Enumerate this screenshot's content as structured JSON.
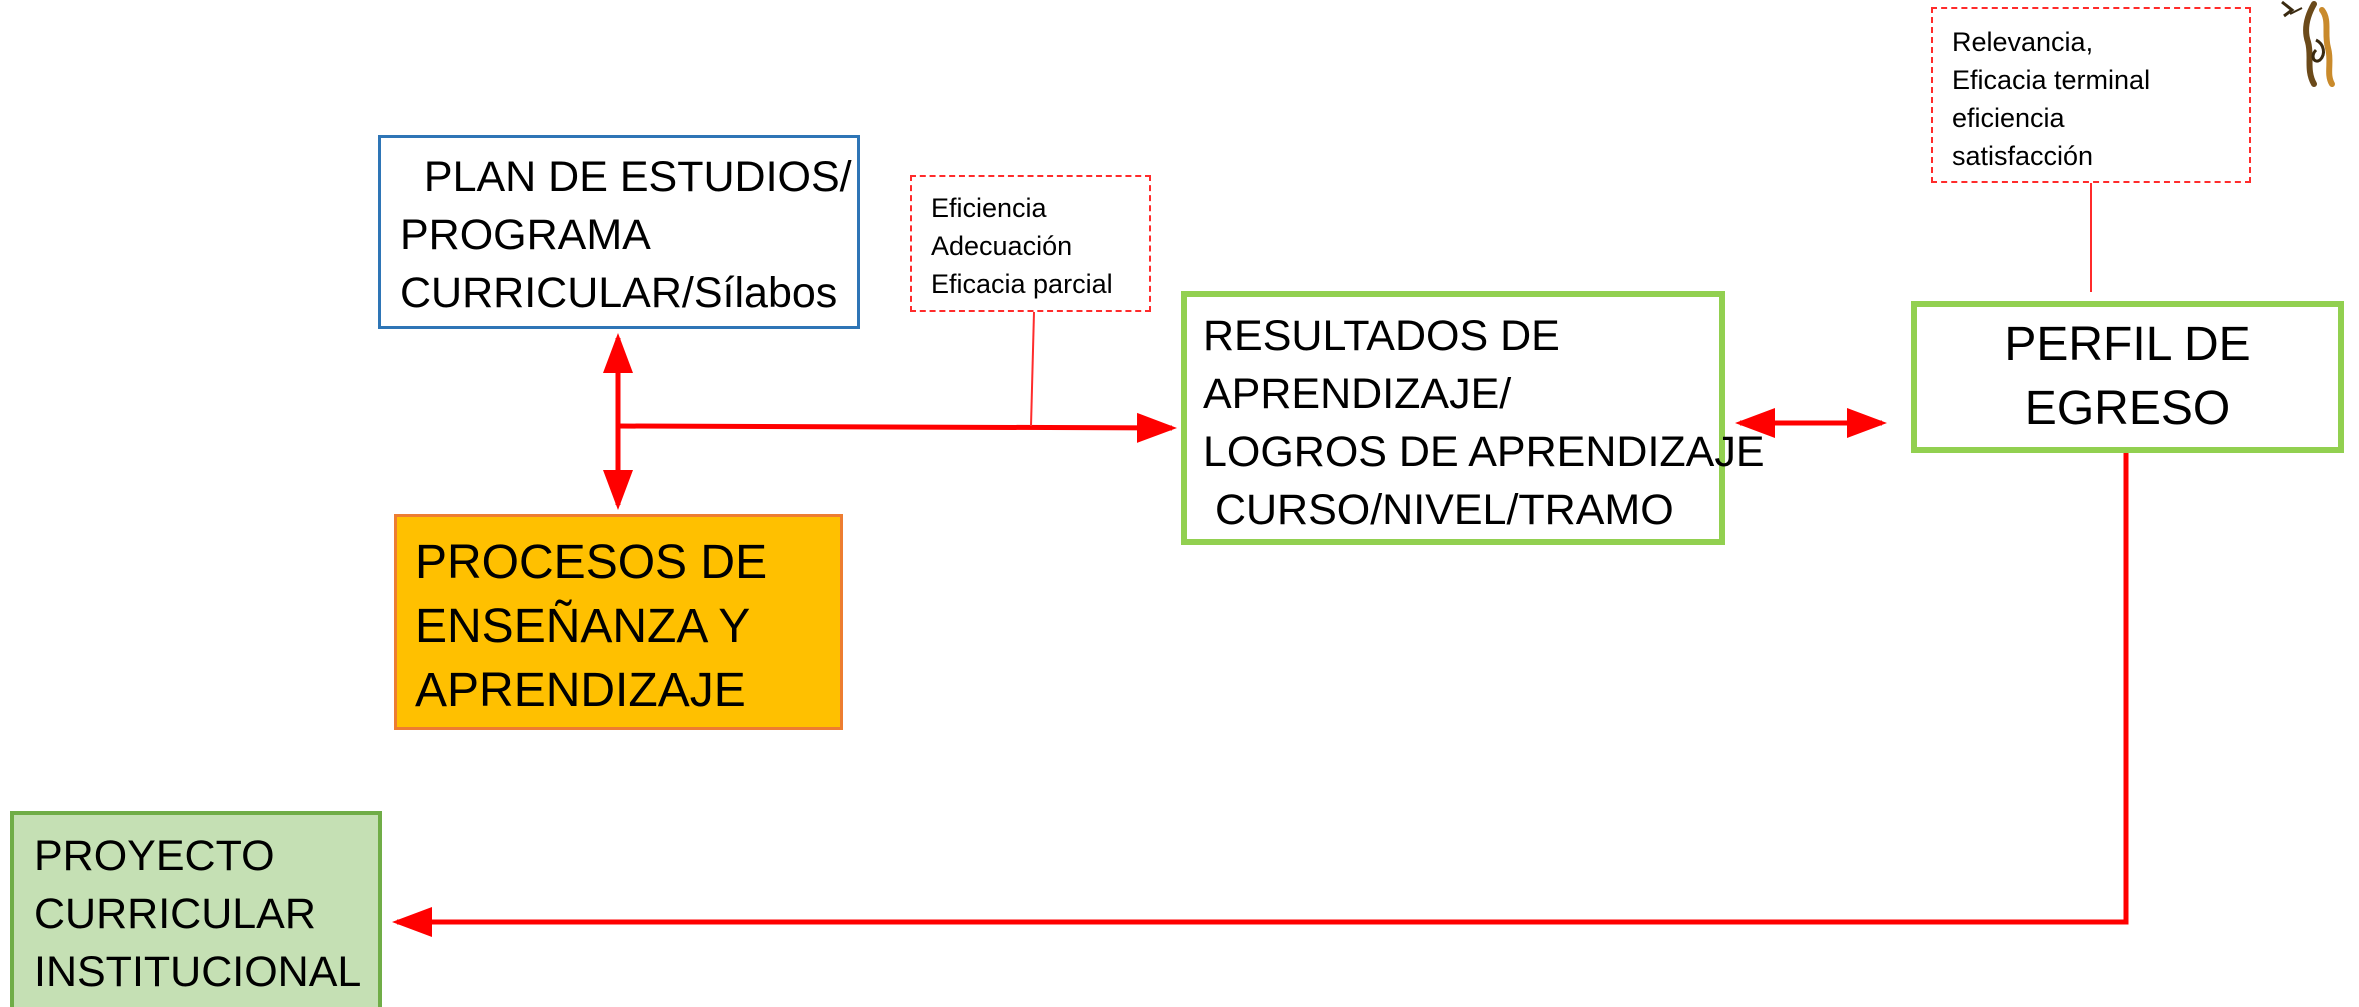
{
  "diagram": {
    "nodes": {
      "plan": {
        "lines": [
          "  PLAN DE ESTUDIOS/",
          "PROGRAMA",
          "CURRICULAR/Sílabos"
        ]
      },
      "procesos": {
        "lines": [
          "PROCESOS DE",
          "ENSEÑANZA Y",
          "APRENDIZAJE"
        ]
      },
      "resultados": {
        "lines": [
          "RESULTADOS DE",
          "APRENDIZAJE/",
          "LOGROS DE APRENDIZAJE",
          " CURSO/NIVEL/TRAMO"
        ]
      },
      "perfil": {
        "lines": [
          "PERFIL DE",
          "EGRESO"
        ]
      },
      "proyecto": {
        "lines": [
          "PROYECTO",
          "CURRICULAR",
          "INSTITUCIONAL"
        ]
      }
    },
    "notes": {
      "eficiencia": {
        "lines": [
          "Eficiencia",
          "Adecuación",
          "Eficacia parcial"
        ]
      },
      "relevancia": {
        "lines": [
          "Relevancia,",
          "Eficacia terminal",
          "eficiencia",
          "satisfacción"
        ]
      }
    },
    "colors": {
      "arrow": "#ff0000",
      "note_border": "#ff2b2b",
      "plan_border": "#2e75b6",
      "procesos_fill": "#ffc000",
      "procesos_border": "#ed7d31",
      "green_border": "#92d050",
      "proyecto_fill": "#c5e0b4",
      "proyecto_border": "#70ad47"
    },
    "edges": [
      {
        "from": "plan",
        "to": "procesos",
        "style": "double-arrow"
      },
      {
        "from": "plan-procesos-link",
        "to": "resultados",
        "style": "arrow"
      },
      {
        "from": "resultados",
        "to": "perfil",
        "style": "double-arrow"
      },
      {
        "from": "perfil",
        "to": "proyecto",
        "style": "arrow"
      },
      {
        "from": "eficiencia",
        "to": "plan-resultados-link",
        "style": "line"
      },
      {
        "from": "relevancia",
        "to": "perfil",
        "style": "line"
      }
    ],
    "decoration": "mascot-figure"
  }
}
